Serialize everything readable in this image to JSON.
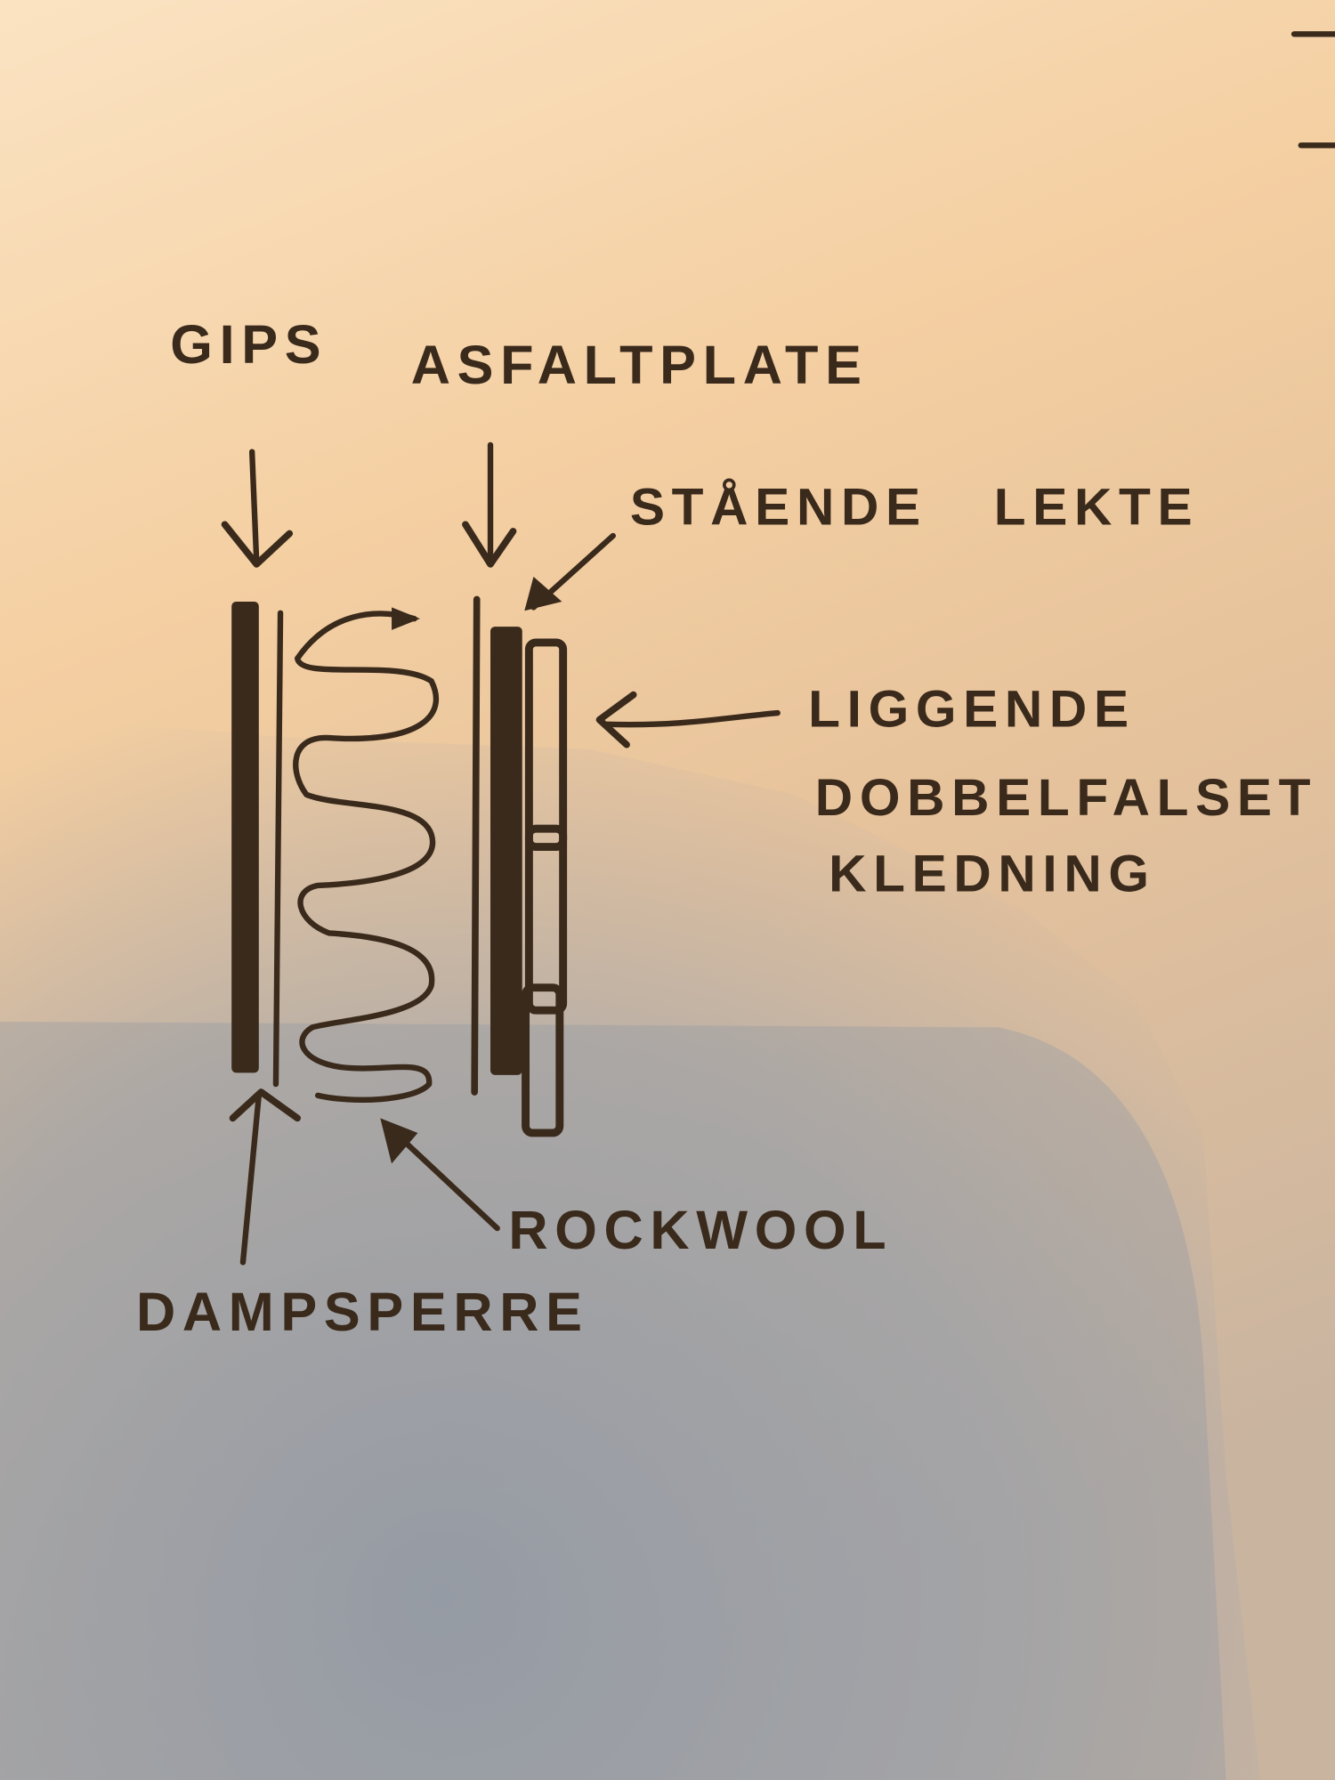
{
  "diagram": {
    "labels": {
      "gips": "GIPS",
      "asfaltplate": "ASFALTPLATE",
      "staende_lekte": "STÅENDE LEKTE",
      "liggende_line1": "LIGGENDE",
      "liggende_line2": "DOBBELFALSET",
      "liggende_line3": "KLEDNING",
      "rockwool": "ROCKWOOL",
      "dampsperre": "DAMPSPERRE"
    },
    "colors": {
      "paper_light": "#f6d2a6",
      "paper_shadow": "#9fa4ae",
      "ink": "#3a2a1c"
    }
  }
}
